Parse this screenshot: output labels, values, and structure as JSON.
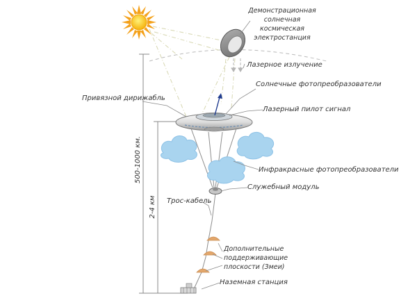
{
  "labels": {
    "station": [
      "Демонстрационная",
      "солнечная",
      "космическая",
      "электростанция"
    ],
    "laser": "Лазерное излучение",
    "solar_cells": "Солнечные фотопреобразователи",
    "airship": "Привязной дирижабль",
    "pilot": "Лазерный пилот сигнал",
    "infrared": "Инфракрасные фотопреобразователи",
    "service": "Служебный модуль",
    "cable": "Трос-кабель",
    "planes": [
      "Дополнительные",
      "поддерживающие",
      "плоскости (Змеи)"
    ],
    "ground": "Наземная станция"
  },
  "dimensions": {
    "high": "500-1000 км.",
    "low": "2-4 км"
  },
  "colors": {
    "sun_ray": "#f4a11a",
    "sun_core": "#ffd21c",
    "cloud": "#a9d4ef",
    "cloud_edge": "#8cc1e6",
    "kite": "#e3a76c",
    "line": "#888888",
    "beam": "#d6d6b0"
  }
}
